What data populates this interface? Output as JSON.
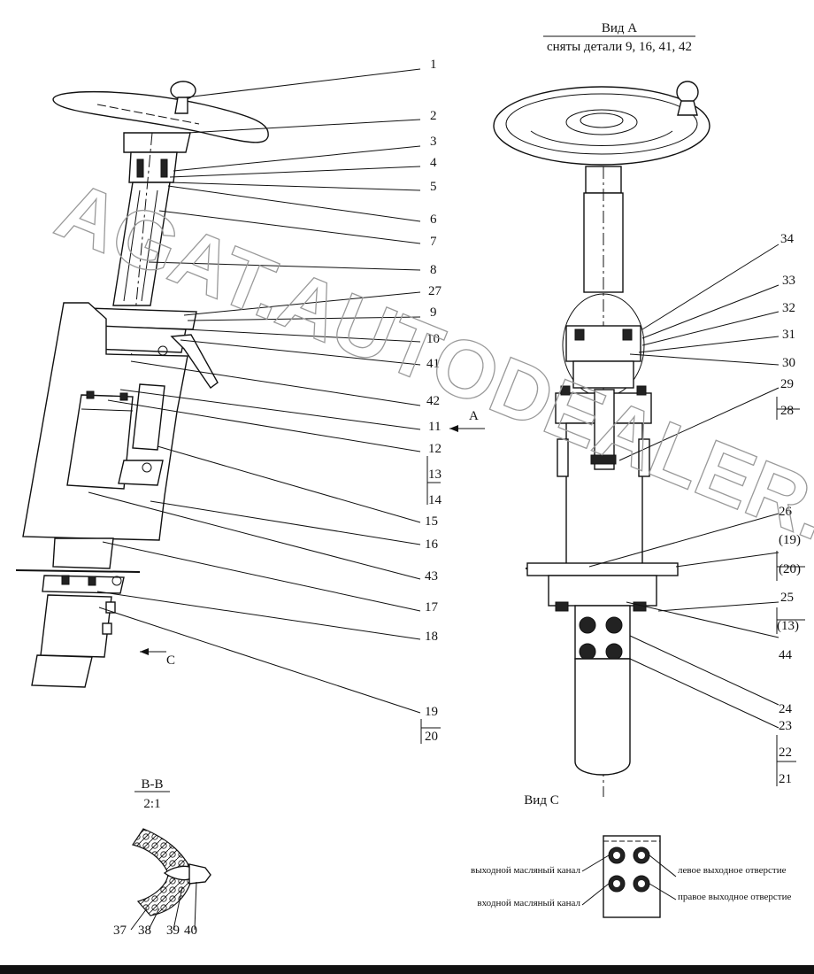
{
  "view_a": {
    "title": "Вид А",
    "subtitle": "сняты детали 9, 16, 41, 42"
  },
  "arrow_a": "A",
  "arrow_c": "C",
  "section_bb": {
    "title": "B-B",
    "scale": "2:1"
  },
  "view_c": {
    "title": "Вид С"
  },
  "port_labels": {
    "outlet_oil_channel": "выходной масляный канал",
    "inlet_oil_channel": "входной масляный канал",
    "left_outlet": "левое выходное отверстие",
    "right_outlet": "правое выходное отверстие"
  },
  "watermark": "AGAT.AUTODEALER.RU",
  "callouts_main": [
    "1",
    "2",
    "3",
    "4",
    "5",
    "6",
    "7",
    "8",
    "27",
    "9",
    "10",
    "41",
    "42",
    "11",
    "12",
    "13",
    "14",
    "15",
    "16",
    "43",
    "17",
    "18",
    "19",
    "20"
  ],
  "callouts_view_a": [
    "34",
    "33",
    "32",
    "31",
    "30",
    "29",
    "28",
    "26",
    "(19)",
    "(20)",
    "25",
    "(13)",
    "44",
    "24",
    "23",
    "22",
    "21"
  ],
  "callouts_section": [
    "37",
    "38",
    "39",
    "40"
  ]
}
